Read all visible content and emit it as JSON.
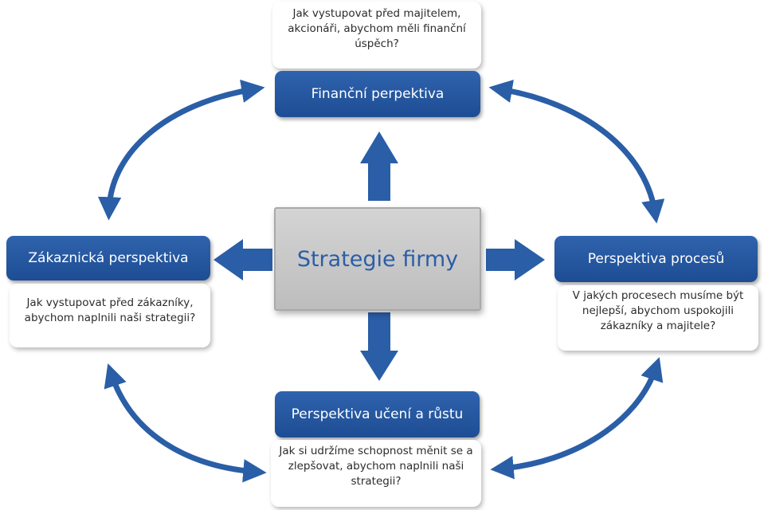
{
  "center": {
    "label": "Strategie firmy"
  },
  "financial": {
    "title": "Finanční perpektiva",
    "question": [
      "Jak vystupovat před majitelem,",
      "akcionáři, abychom měli finanční",
      "úspěch?"
    ]
  },
  "customer": {
    "title": "Zákaznická perspektiva",
    "question": [
      "Jak vystupovat před zákazníky,",
      "abychom naplnili naši strategii?"
    ]
  },
  "process": {
    "title": "Perspektiva procesů",
    "question": [
      "V jakých procesech musíme být",
      "nejlepší, abychom uspokojili",
      "zákazníky a majitele?"
    ]
  },
  "learning": {
    "title": "Perspektiva učení a růstu",
    "question": [
      "Jak si udržíme schopnost měnit se a",
      "zlepšovat, abychom naplnili naši",
      "strategii?"
    ]
  },
  "colors": {
    "primary": "#2a5ea7",
    "center_fill": "#c8c8c8"
  }
}
